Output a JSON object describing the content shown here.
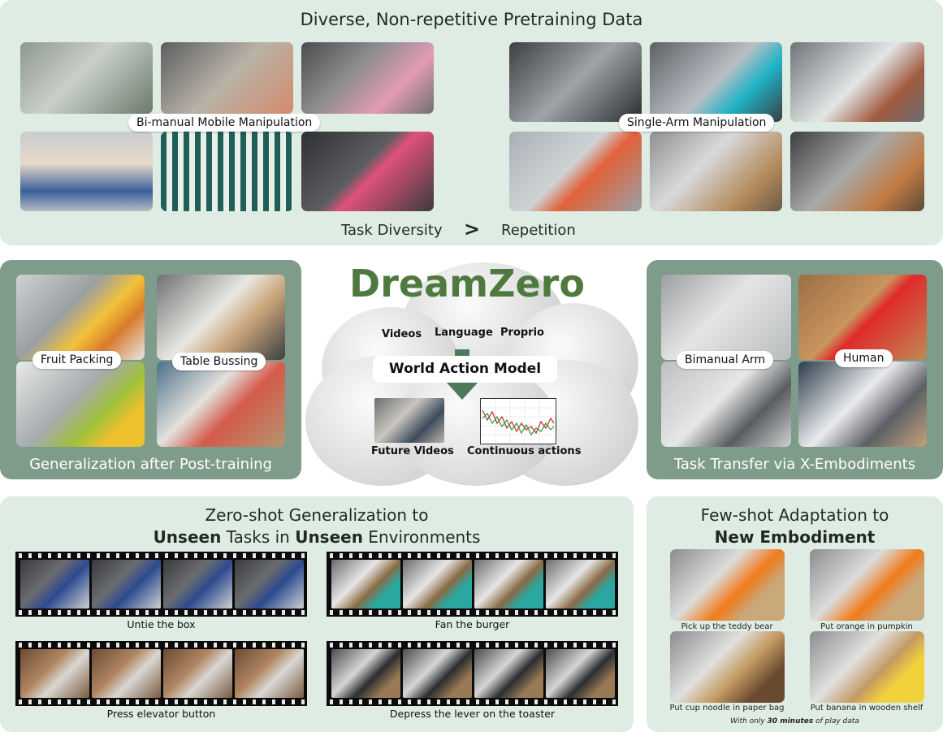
{
  "top": {
    "title": "Diverse, Non-repetitive Pretraining Data",
    "left_label": "Bi-manual Mobile Manipulation",
    "right_label": "Single-Arm Manipulation",
    "diversity_text": "Task Diversity",
    "gt_symbol": ">",
    "repetition_text": "Repetition"
  },
  "post_training": {
    "caption": "Generalization after Post-training",
    "label_fruit": "Fruit Packing",
    "label_table": "Table Bussing"
  },
  "center": {
    "brand": "DreamZero",
    "inputs": [
      "Videos",
      "Language",
      "Proprio"
    ],
    "model": "World Action Model",
    "out_videos": "Future Videos",
    "out_actions": "Continuous actions",
    "brand_color": "#4f7a3f"
  },
  "xembody": {
    "caption": "Task Transfer via X-Embodiments",
    "label_arm": "Bimanual Arm",
    "label_human": "Human"
  },
  "zeroshot": {
    "title_line1": "Zero-shot Generalization to",
    "bold1": "Unseen",
    "mid": " Tasks in ",
    "bold2": "Unseen",
    "tail": " Environments",
    "tasks": [
      "Untie the box",
      "Fan the burger",
      "Press elevator button",
      "Depress the lever on the toaster"
    ]
  },
  "fewshot": {
    "title_line1": "Few-shot Adaptation to",
    "title_line2": "New Embodiment",
    "tasks": [
      "Pick up the teddy bear",
      "Put orange in pumpkin",
      "Put cup noodle in paper bag",
      "Put banana in wooden shelf"
    ],
    "note_pre": "With only ",
    "note_bold": "30 minutes",
    "note_post": " of play data"
  }
}
